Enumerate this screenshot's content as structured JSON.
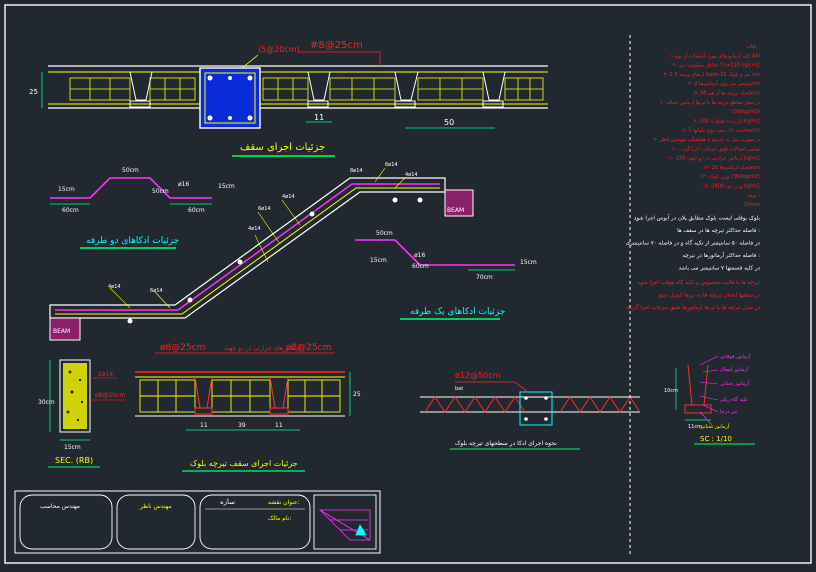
{
  "colors": {
    "background": "#212830",
    "frame": "#ffffff",
    "concrete": "#ffffff",
    "rebar": "#ffff00",
    "beam_fill": "#0a2cd8",
    "dims": "#00ff88",
    "titles": "#ffff00",
    "title_underline": "#00ff66",
    "notes_red": "#ff1f1f",
    "notes_white": "#ffffff",
    "magenta": "#ff33ff",
    "cyan": "#00ffff",
    "stair_fill": "#8a1f6a",
    "block_red": "#ff2b2b"
  },
  "slab_section": {
    "title": "جزئیات اجرای سقف",
    "rebar_callout": "#8@25cm",
    "topping_label": "(5@20cm)",
    "rib_dim": "11",
    "spacing_dim": "50",
    "height_dim": "25"
  },
  "stair_section": {
    "title": "جزئیات اجرای پله",
    "beam_label": "BEAM",
    "rebar_labels": [
      "4ø14",
      "6ø14",
      "4ø14",
      "4ø14",
      "6ø14",
      "8ø14",
      "6ø14",
      "4ø14"
    ]
  },
  "two_way_detail": {
    "title": "جزئیات ادکاهای دو طرفه",
    "labels": [
      "15cm",
      "50cm",
      "50cm",
      "ø16",
      "15cm",
      "60cm",
      "60cm"
    ]
  },
  "one_way_detail": {
    "title": "جزئیات ادکاهای یک طرفه",
    "labels": [
      "50cm",
      "ø16",
      "15cm",
      "60cm",
      "15cm",
      "70cm"
    ]
  },
  "column_section": {
    "label": "SEC. (RB)",
    "dim_height": "30cm",
    "dim_width": "15cm",
    "rebar_main": "2ø14",
    "rebar_tie": "ø8@20cm"
  },
  "block_section": {
    "title": "جزئیات اجرای سقف تیرچه بلوک",
    "top_left": "ø8@25cm",
    "top_mid": "آرماتورهای حرارتی در دو جهت",
    "top_right": "ø8@25cm",
    "dims": [
      "11",
      "39",
      "11"
    ],
    "height": "25"
  },
  "truss_section": {
    "title": "نحوه اجرای ادکا در سطحهای تیرچه بلوک",
    "callout": "ø12@50cm",
    "sub_label": "bat"
  },
  "joist_section": {
    "labels": [
      "آرماتور فوقانی",
      "آرماتور اتصال",
      "آرماتور تحتانی",
      "تکیه گاه ریلی",
      "بتن درجا",
      "آرماتور تحتانی"
    ],
    "height_dim": "10cm",
    "width_dim": "11cm",
    "scale": "SC : 1/10"
  },
  "notes": {
    "lines_red": [
      "نکات :",
      "۱- کلیه آرماتورهای مورد استفاده از نوع AIII",
      "۲- حداقل مقاومت بتن f'c=210 kg/cm2",
      "۳- ارتفاع تیرچه 2.5 kg/m متر و بلوک 25 cm",
      "۴- پوشش بتن روی آرماتورها 2cm",
      "۵- فاصله تیرچه ها از هم 50cm",
      "۶- در محل تقاطع تیرچه ها با تیرها آرماتور اضافه",
      "(300kg/m2)",
      "۷- بار زنده طبقات 200 kg/m2",
      "۸- ضخامت دال بتنی روی بلوکها 5cm",
      "۹- در صورت نیاز به بازشو با هماهنگی مهندس ناظر",
      "۱۰- تمامی اتصالات طبق جزئیات اجرا گردد",
      "۱۱- آرماتور حرارتی در دو جهت 150 kg/m2",
      "۱۲- فاصله آرماتورها 20cm",
      "۱۳- وزن بلوک (360kg/m2)",
      "۱۴- وزن بتن 2400 kg/m2",
      "توجه :",
      "10mm"
    ],
    "lines_white": [
      "بلوک بوقلی لیست بلوک مطابق پلان در آبوس اجرا شود",
      "فاصله حداکثر تیرچه ها در سقف ها :",
      "در فاصله ۵۰ سانتیمتر از تکیه گاه و در فاصله ۷۰ سانتیمتری",
      "فاصله حداکثر آرماتورها در تیرچه :",
      "در کلیه قسمتها ۷ سانتیمتر می باشد"
    ],
    "lines_red_bottom": [
      "تیرچه ها با قالب مخصوص و تکیه گاه موقت اجرا شود",
      "در سقفها اتصال تیرچه ها به تیرها کنترل شود",
      "در محل تیرچه ها با تیرها آرماتورها طبق جزئیات اجرا گردند"
    ]
  },
  "title_block": {
    "designer_label": "مهندس محاسب",
    "supervisor_label": "مهندس ناظر",
    "project_label": "عنوان نقشه:",
    "project_value": "سازه",
    "owner_label": "نام مالک:"
  }
}
